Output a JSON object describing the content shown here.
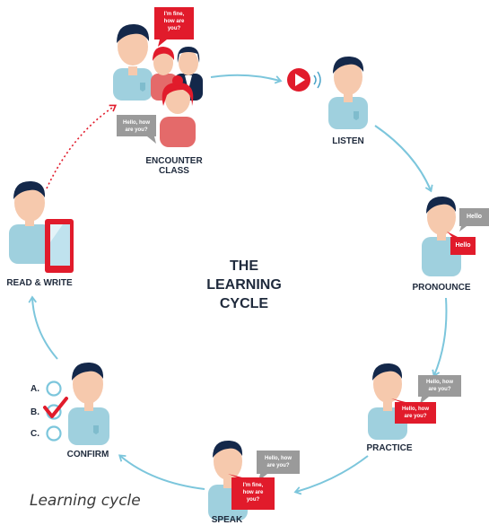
{
  "center_title": [
    "THE",
    "LEARNING",
    "CYCLE"
  ],
  "stages": {
    "encounter": "ENCOUNTER",
    "encounter_2": "CLASS",
    "listen": "LISTEN",
    "pronounce": "PRONOUNCE",
    "practice": "PRACTICE",
    "speak": "SPEAK",
    "confirm": "CONFIRM",
    "read_write": "READ & WRITE"
  },
  "bubbles": {
    "encounter_red": [
      "I'm fine,",
      "how are",
      "you?"
    ],
    "encounter_gray": [
      "Hello, how",
      "are you?"
    ],
    "pronounce_gray": "Hello",
    "pronounce_red": "Hello",
    "practice_gray": [
      "Hello, how",
      "are you?"
    ],
    "practice_red": [
      "Hello, how",
      "are you?"
    ],
    "speak_gray": [
      "Hello, how",
      "are you?"
    ],
    "speak_red": [
      "I'm fine,",
      "how are",
      "you?"
    ]
  },
  "quiz_options": [
    "A.",
    "B.",
    "C."
  ],
  "caption": "Learning cycle",
  "colors": {
    "skin": "#f6c9ad",
    "hair": "#14284a",
    "shirt": "#9fd0de",
    "shirt_dark": "#7fbccd",
    "red": "#e11b2b",
    "gray": "#9a9a9a",
    "arrow": "#7cc6dc",
    "dotted": "#e11b2b",
    "text": "#1f2a3c"
  },
  "icons": [
    "play-icon",
    "sound-wave-icon",
    "tablet-icon",
    "checkmark-icon"
  ]
}
